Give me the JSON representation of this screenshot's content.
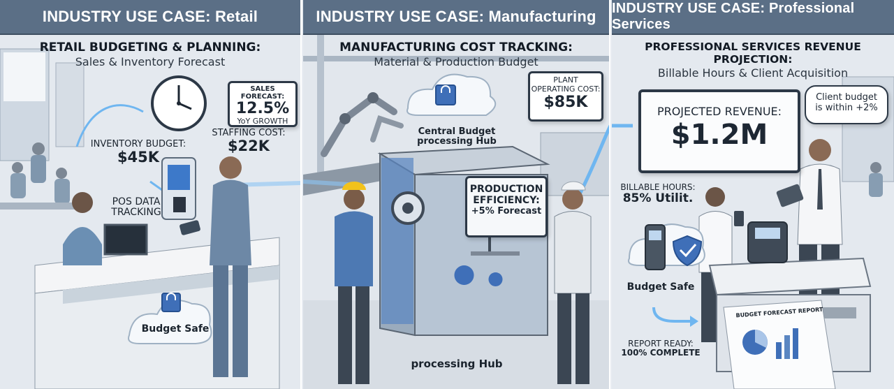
{
  "panels": [
    {
      "banner": "INDUSTRY USE CASE: Retail",
      "title": "RETAIL BUDGETING & PLANNING:",
      "subtitle": "Sales & Inventory Forecast",
      "sales_forecast": {
        "heading": "SALES FORECAST:",
        "value": "12.5%",
        "caption": "YoY GROWTH"
      },
      "inventory_budget": {
        "label": "INVENTORY BUDGET:",
        "value": "$45K"
      },
      "staffing_cost": {
        "label": "STAFFING COST:",
        "value": "$22K"
      },
      "pos": {
        "line1": "POS DATA",
        "line2": "TRACKING"
      },
      "budget_safe": "Budget Safe"
    },
    {
      "banner": "INDUSTRY USE CASE: Manufacturing",
      "title": "MANUFACTURING COST TRACKING:",
      "subtitle": "Material & Production Budget",
      "plant_cost": {
        "line1": "PLANT",
        "line2": "OPERATING COST:",
        "value": "$85K"
      },
      "hub_label": {
        "line1": "Central Budget",
        "line2": "processing Hub"
      },
      "efficiency": {
        "line1": "PRODUCTION",
        "line2": "EFFICIENCY:",
        "line3": "+5% Forecast"
      },
      "footer": "processing Hub"
    },
    {
      "banner": "INDUSTRY USE CASE: Professional Services",
      "title": "PROFESSIONAL SERVICES REVENUE PROJECTION:",
      "subtitle": "Billable Hours & Client Acquisition",
      "projected": {
        "label": "PROJECTED REVENUE:",
        "value": "$1.2M"
      },
      "client_bubble": {
        "line1": "Client budget",
        "line2": "is within +2%"
      },
      "billable": {
        "line1": "BILLABLE HOURS:",
        "line2": "85% Utilit."
      },
      "budget_safe": "Budget Safe",
      "report_title": "BUDGET FORECAST REPORT",
      "report_ready": {
        "line1": "REPORT READY:",
        "line2": "100% COMPLETE"
      }
    }
  ],
  "colors": {
    "banner": "#5b6f86",
    "accent_blue": "#3f6fb8",
    "glow": "#6fb6f0"
  }
}
